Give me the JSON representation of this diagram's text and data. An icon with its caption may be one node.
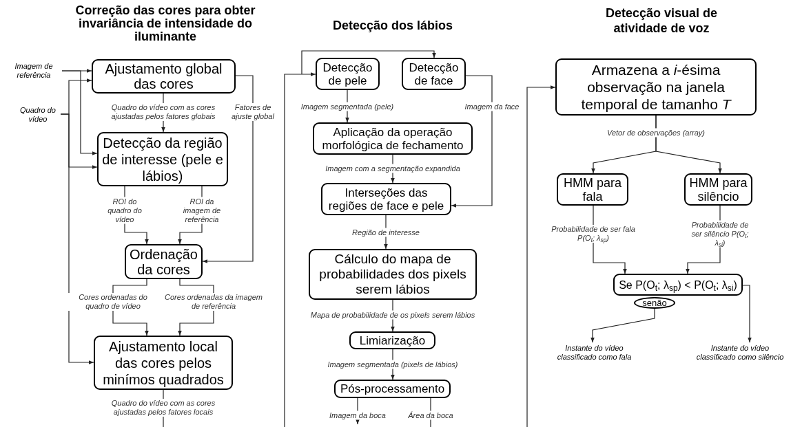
{
  "diagram": {
    "nodes": [
      {
        "text": [
          "Imagem de referência"
        ]
      },
      {
        "text": [
          "Quadro do vídeo"
        ]
      },
      {
        "text": [
          "Ajustamento global das cores"
        ]
      },
      {
        "text": [
          "Detecção da região de interesse (pele e lábios)"
        ]
      },
      {
        "text": [
          "Ordenação da cores"
        ]
      },
      {
        "text": [
          "Ajustamento local das cores pelos minímos quadrados"
        ]
      },
      {
        "text": [
          "Detecção de pele"
        ]
      },
      {
        "text": [
          "Detecção de face"
        ]
      },
      {
        "text": [
          "Aplicação da operação morfológica de fechamento"
        ]
      },
      {
        "text": [
          "Interseções das regiões de face e pele"
        ]
      },
      {
        "text": [
          "Cálculo do mapa de probabilidades dos pixels serem lábios"
        ]
      },
      {
        "text": [
          "Limiarização"
        ]
      },
      {
        "text": [
          "Pós-processamento"
        ]
      },
      {
        "text": [
          "Armazena a *i*-ésima observação na janela temporal de tamanho *T*"
        ]
      },
      {
        "text": [
          "HMM para fala"
        ]
      },
      {
        "text": [
          "HMM para silêncio"
        ]
      },
      {
        "text": [
          "Se P(O$_{t}$; λ$_{sp}$) < P(O$_{t}$; λ$_{si}$)"
        ]
      },
      {
        "text": [
          "senão"
        ]
      },
      {
        "text": [
          "Instante do vídeo classificado como fala"
        ]
      },
      {
        "text": [
          "Instante do vídeo classificado como silêncio"
        ]
      }
    ],
    "edges": [
      {
        "from": 0,
        "to": 2,
        "arrow": "to"
      },
      {
        "from": 0,
        "to": 3,
        "arrow": "to"
      },
      {
        "from": 1,
        "to": 2,
        "arrow": "to"
      },
      {
        "from": 1,
        "to": 3,
        "arrow": "to"
      },
      {
        "from": 1,
        "to": 5,
        "arrow": "to"
      },
      {
        "from": 2,
        "to": 3,
        "arrow": "to",
        "label": "Quadro do vídeo com as cores ajustadas pelos fatores globais"
      },
      {
        "from": 2,
        "to": 4,
        "arrow": "to",
        "label": "Fatores de ajuste global"
      },
      {
        "from": 3,
        "to": 4,
        "arrow": "to",
        "label": "ROI do quadro do vídeo"
      },
      {
        "from": 3,
        "to": 4,
        "arrow": "to",
        "label": "ROI da imagem de referência"
      },
      {
        "from": 4,
        "to": 5,
        "arrow": "to",
        "label": "Cores ordenadas do quadro de vídeo"
      },
      {
        "from": 4,
        "to": 5,
        "arrow": "to",
        "label": "Cores ordenadas da imagem de referência"
      },
      {
        "from": 5,
        "to": null,
        "arrow": "none",
        "label": "Quadro do vídeo com as cores ajustadas pelos fatores locais"
      },
      {
        "from": null,
        "to": 6,
        "arrow": "to"
      },
      {
        "from": null,
        "to": 7,
        "arrow": "to"
      },
      {
        "from": 6,
        "to": 8,
        "arrow": "to",
        "label": "Imagem segmentada (pele)"
      },
      {
        "from": 7,
        "to": 9,
        "arrow": "to",
        "label": "Imagem da face"
      },
      {
        "from": 8,
        "to": 9,
        "arrow": "to",
        "label": "Imagem com a segmentação expandida"
      },
      {
        "from": 9,
        "to": 10,
        "arrow": "to",
        "label": "Região de interesse"
      },
      {
        "from": 10,
        "to": 11,
        "arrow": "to",
        "label": "Mapa de probabilidade de os pixels serem lábios"
      },
      {
        "from": 11,
        "to": 12,
        "arrow": "to",
        "label": "Imagem segmentada (pixels de lábios)"
      },
      {
        "from": 12,
        "to": null,
        "arrow": "to",
        "label": "Imagem da boca"
      },
      {
        "from": 12,
        "to": null,
        "arrow": "none",
        "label": "Área da boca"
      },
      {
        "from": null,
        "to": 13,
        "arrow": "to"
      },
      {
        "from": 13,
        "to": 14,
        "arrow": "to",
        "label": "Vetor de observações (array)"
      },
      {
        "from": 13,
        "to": 15,
        "arrow": "to"
      },
      {
        "from": 14,
        "to": 16,
        "arrow": "to",
        "label": "Probabilidade de ser fala P(O$_{t}$; λ$_{sp}$)"
      },
      {
        "from": 15,
        "to": 16,
        "arrow": "to",
        "label": "Probabilidade de ser silêncio P(O$_{t}$; λ$_{si}$)"
      },
      {
        "from": 16,
        "to": 19,
        "arrow": "to"
      },
      {
        "from": 17,
        "to": 18,
        "arrow": "to"
      }
    ],
    "labels": [
      "Correção das cores para obter invariância de intensidade do iluminante",
      "Detecção dos lábios",
      "Detecção visual de atividade de voz"
    ]
  }
}
